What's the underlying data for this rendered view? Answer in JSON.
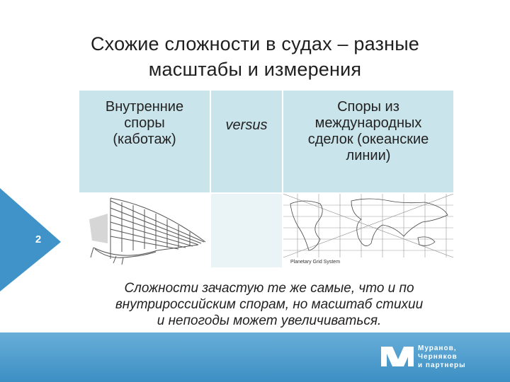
{
  "slide": {
    "title_line1": "Схожие сложности в судах – разные",
    "title_line2": "масштабы и измерения",
    "page_number": "2"
  },
  "table": {
    "left_header": [
      "Внутренние",
      "споры",
      "(каботаж)"
    ],
    "middle_header": "versus",
    "right_header": [
      "Споры из",
      "международных",
      "сделок (океанские",
      "линии)"
    ],
    "map_caption": "Planetary Grid System"
  },
  "footer": {
    "text_line1": "Сложности зачастую те же самые, что и по",
    "text_line2": "внутрироссийским спорам, но масштаб стихии",
    "text_line3": "и непогоды может увеличиваться.",
    "logo_line1": "Муранов,",
    "logo_line2": "Черняков",
    "logo_line3": "и партнеры"
  },
  "colors": {
    "accent_blue": "#3f93c8",
    "cell_blue": "#c9e4ea"
  }
}
